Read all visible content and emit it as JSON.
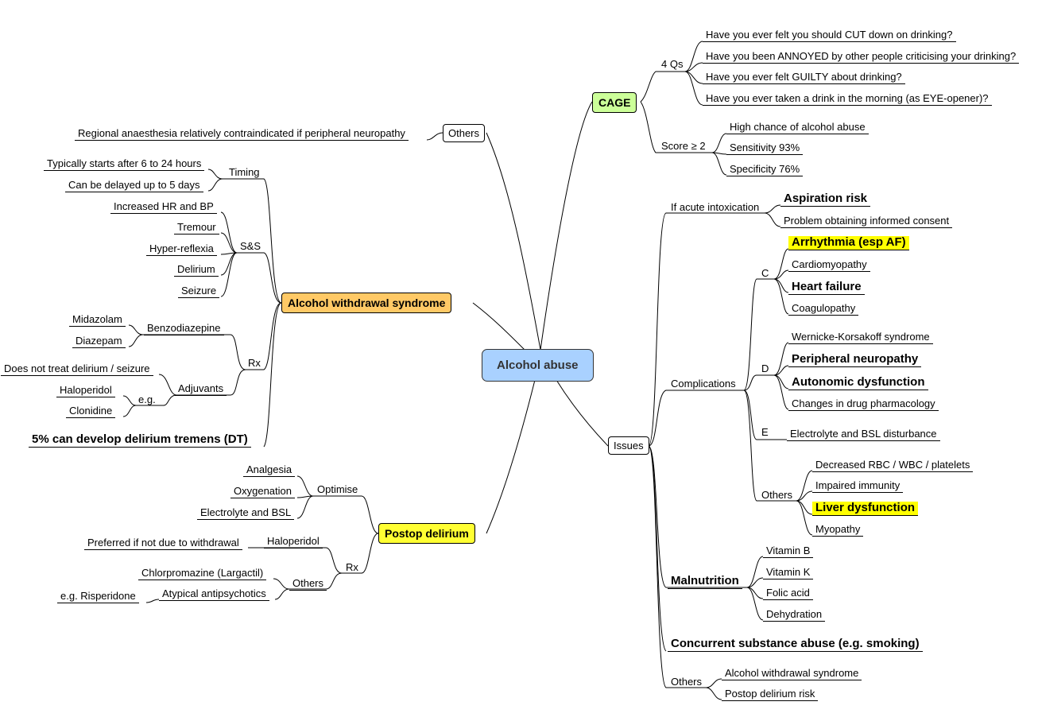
{
  "root": "Alcohol abuse",
  "colors": {
    "root": "#a9d1ff",
    "cage": "#ccff99",
    "withdrawal": "#ffc966",
    "postop": "#ffff33",
    "highlight": "#ffff00"
  },
  "cage": {
    "label": "CAGE",
    "qs": {
      "label": "4 Qs",
      "items": [
        "Have you ever felt you should CUT down on drinking?",
        "Have you been ANNOYED by other people criticising your drinking?",
        "Have you ever felt GUILTY about drinking?",
        "Have you ever taken a drink in the morning (as EYE-opener)?"
      ]
    },
    "score": {
      "label": "Score ≥ 2",
      "items": [
        "High chance of alcohol abuse",
        "Sensitivity 93%",
        "Specificity 76%"
      ]
    }
  },
  "others": {
    "label": "Others",
    "items": [
      "Regional anaesthesia relatively contraindicated if peripheral neuropathy"
    ]
  },
  "withdrawal": {
    "label": "Alcohol withdrawal syndrome",
    "timing": {
      "label": "Timing",
      "items": [
        "Typically starts after 6 to 24 hours",
        "Can be delayed up to 5 days"
      ]
    },
    "ss": {
      "label": "S&S",
      "items": [
        "Increased HR and BP",
        "Tremour",
        "Hyper-reflexia",
        "Delirium",
        "Seizure"
      ]
    },
    "rx": {
      "label": "Rx",
      "benzo": {
        "label": "Benzodiazepine",
        "items": [
          "Midazolam",
          "Diazepam"
        ]
      },
      "adjuvants": {
        "label": "Adjuvants",
        "items": [
          "Does not treat delirium / seizure"
        ],
        "eg": {
          "label": "e.g.",
          "items": [
            "Haloperidol",
            "Clonidine"
          ]
        }
      }
    },
    "dt": "5% can develop delirium tremens (DT)"
  },
  "postop": {
    "label": "Postop delirium",
    "optimise": {
      "label": "Optimise",
      "items": [
        "Analgesia",
        "Oxygenation",
        "Electrolyte and BSL"
      ]
    },
    "rx": {
      "label": "Rx",
      "haloperidol": {
        "label": "Haloperidol",
        "items": [
          "Preferred if not due to withdrawal"
        ]
      },
      "others": {
        "label": "Others",
        "items": [
          "Chlorpromazine (Largactil)"
        ],
        "atypical": {
          "label": "Atypical antipsychotics",
          "items": [
            "e.g. Risperidone"
          ]
        }
      }
    }
  },
  "issues": {
    "label": "Issues",
    "acute": {
      "label": "If acute intoxication",
      "items": [
        "Aspiration risk",
        "Problem obtaining informed consent"
      ]
    },
    "complications": {
      "label": "Complications",
      "c": {
        "label": "C",
        "items": [
          "Arrhythmia (esp AF)",
          "Cardiomyopathy",
          "Heart failure",
          "Coagulopathy"
        ]
      },
      "d": {
        "label": "D",
        "items": [
          "Wernicke-Korsakoff syndrome",
          "Peripheral neuropathy",
          "Autonomic dysfunction",
          "Changes in drug pharmacology"
        ]
      },
      "e": {
        "label": "E",
        "items": [
          "Electrolyte and BSL disturbance"
        ]
      },
      "others": {
        "label": "Others",
        "items": [
          "Decreased RBC / WBC / platelets",
          "Impaired immunity",
          "Liver dysfunction",
          "Myopathy"
        ]
      }
    },
    "malnutrition": {
      "label": "Malnutrition",
      "items": [
        "Vitamin B",
        "Vitamin K",
        "Folic acid",
        "Dehydration"
      ]
    },
    "concurrent": "Concurrent substance abuse (e.g. smoking)",
    "others": {
      "label": "Others",
      "items": [
        "Alcohol withdrawal syndrome",
        "Postop delirium risk"
      ]
    }
  }
}
